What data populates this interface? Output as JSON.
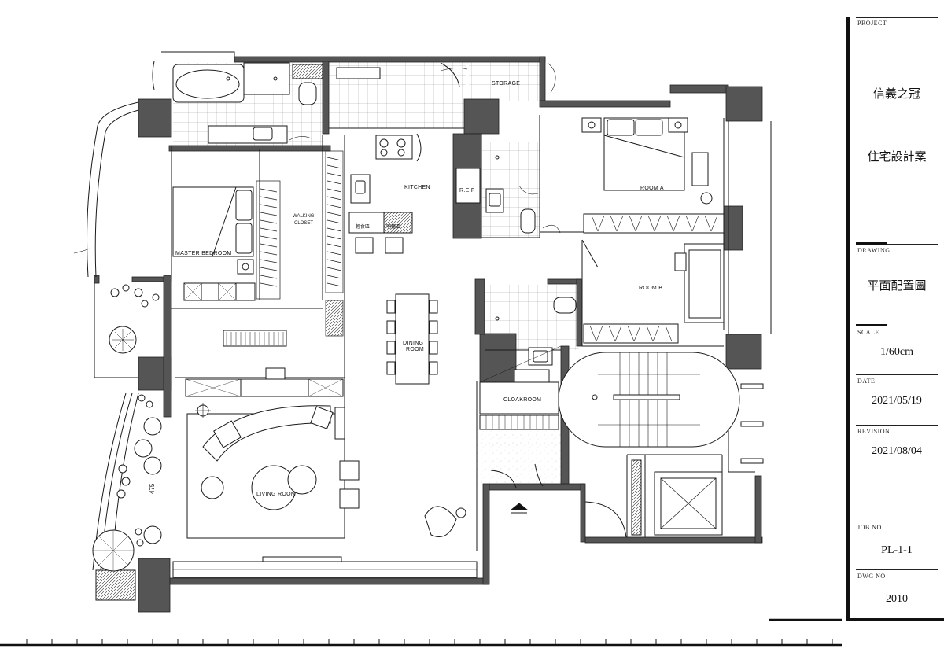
{
  "rooms": {
    "storage": "STORAGE",
    "kitchen": "KITCHEN",
    "ref": "R.E.F",
    "room_a": "ROOM A",
    "walking_closet_1": "WALKING",
    "walking_closet_2": "CLOSET",
    "master_bedroom": "MASTER BEDROOM",
    "light_dining": "輕食區",
    "bar": "吧檯區",
    "room_b": "ROOM B",
    "dining_1": "DINING",
    "dining_2": "ROOM",
    "cloakroom": "CLOAKROOM",
    "living_room": "LIVING ROOM"
  },
  "dimension": "475",
  "title_block": {
    "project_caption": "PROJECT",
    "project_line1": "信義之冠",
    "project_line2": "住宅設計案",
    "drawing_caption": "DRAWING",
    "drawing_value": "平面配置圖",
    "scale_caption": "SCALE",
    "scale_value": "1/60cm",
    "date_caption": "DATE",
    "date_value": "2021/05/19",
    "revision_caption": "REVISION",
    "revision_value": "2021/08/04",
    "job_caption": "JOB NO",
    "job_value": "PL-1-1",
    "dwg_caption": "DWG NO",
    "dwg_value": "2010"
  },
  "colors": {
    "wall": "#555555",
    "line": "#1a1a1a",
    "fill": "#ffffff"
  }
}
